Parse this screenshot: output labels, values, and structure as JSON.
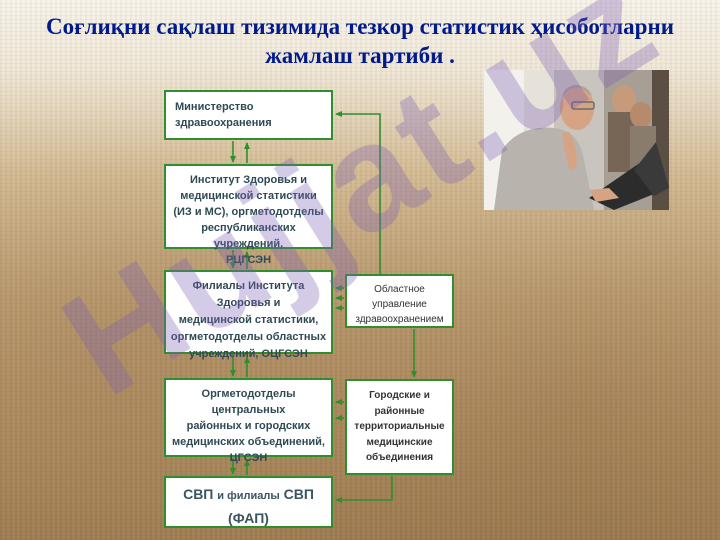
{
  "title": {
    "line1": "Соғлиқни сақлаш тизимида тезкор статистик ҳисоботларни",
    "line2": "жамлаш тартиби ."
  },
  "boxes": {
    "ministry": {
      "lines": [
        "Министерство здравоохранения"
      ]
    },
    "institute": {
      "lines": [
        "Институт Здоровья и",
        "медицинской статистики",
        "(ИЗ и МС), оргметодотделы",
        "республиканских учреждений,",
        "РЦГСЭН"
      ]
    },
    "branches": {
      "lines": [
        "Филиалы Института Здоровья и",
        "медицинской статистики,",
        "оргметодотделы областных",
        "учреждений, ОЦГСЭН"
      ]
    },
    "orgmethod": {
      "lines": [
        "Оргметодотделы центральных",
        "районных и городских",
        "медицинских объединений,",
        "ЦГСЭН"
      ]
    },
    "svp": {
      "part1": "СВП",
      "part2": "и филиалы",
      "part3": "СВП",
      "line2": "(ФАП)"
    },
    "regional": {
      "lines": [
        "Областное",
        "управление",
        "здравоохранением"
      ]
    },
    "city": {
      "lines": [
        "Городские и",
        "районные",
        "территориальные",
        "медицинские",
        "объединения"
      ]
    }
  },
  "watermark": {
    "text": "Hujjat.uz"
  },
  "colors": {
    "title": "#001a8c",
    "box_border": "#2f8f2f",
    "arrow": "#2f8f2f",
    "watermark": "#7c5fb5"
  }
}
